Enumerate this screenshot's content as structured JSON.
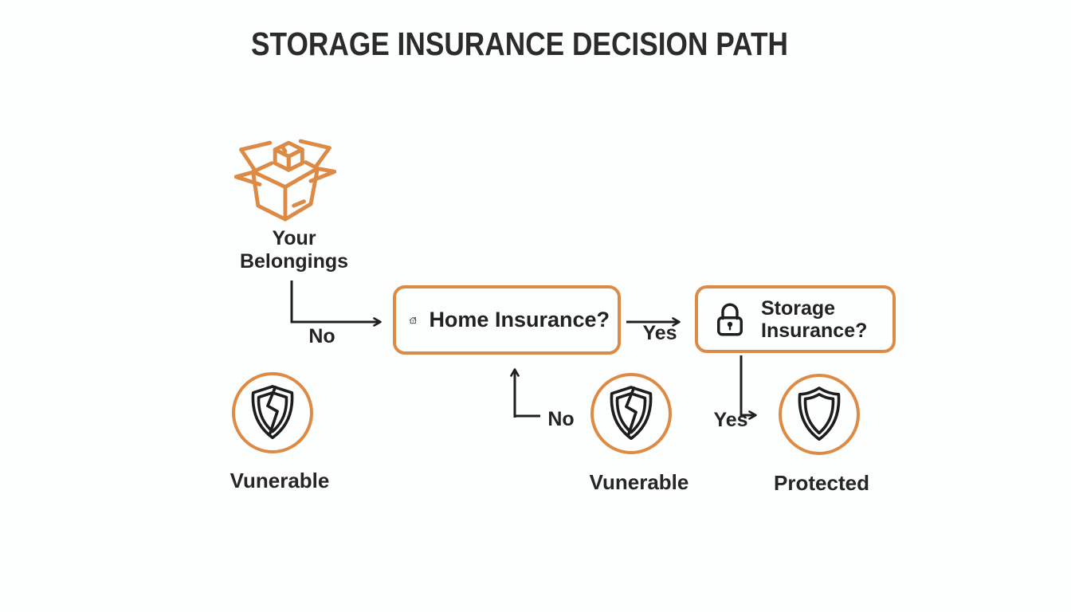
{
  "title": "STORAGE INSURANCE DECISION PATH",
  "colors": {
    "accent_orange": "#DD8A45",
    "ink": "#242424",
    "background": "#FDFEFE"
  },
  "nodes": {
    "belongings": {
      "label": "Your Belongings",
      "icon": "open-box-icon"
    },
    "home_insurance": {
      "label": "Home Insurance?",
      "icon": "house-question-icon"
    },
    "storage_insurance": {
      "label": "Storage Insurance?",
      "icon": "padlock-icon"
    }
  },
  "outcomes": {
    "no_home_insurance": {
      "label": "Vunerable",
      "icon": "broken-shield-icon"
    },
    "no_storage_insurance": {
      "label": "Vunerable",
      "icon": "broken-shield-icon"
    },
    "storage_insured": {
      "label": "Protected",
      "icon": "shield-icon"
    }
  },
  "edges": {
    "belongings_to_home": {
      "label": "No"
    },
    "home_to_storage": {
      "label": "Yes"
    },
    "vulnerable_to_home": {
      "label": "No"
    },
    "storage_to_protected": {
      "label": "Yes"
    }
  }
}
